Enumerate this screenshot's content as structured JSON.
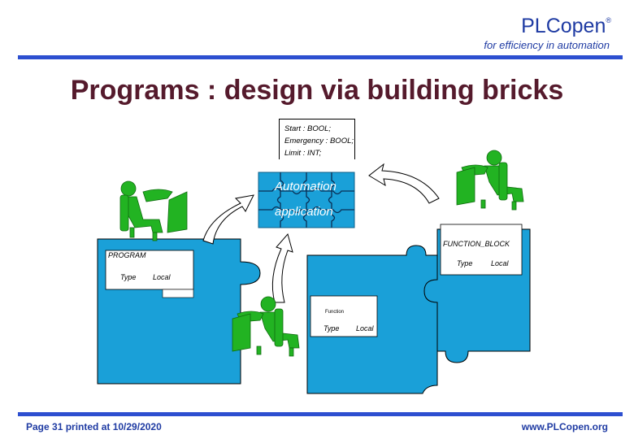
{
  "header": {
    "brand": "PLCopen",
    "brand_mark": "®",
    "tagline": "for efficiency in automation"
  },
  "title": "Programs : design via building bricks",
  "declarations": [
    "Start : BOOL;",
    "Emergency : BOOL;",
    "Limit : INT;"
  ],
  "center_piece": {
    "line1": "Automation",
    "line2": "application"
  },
  "function_block": {
    "label": "FUNCTION_BLOCK",
    "type_label": "Type",
    "local_label": "Local"
  },
  "program": {
    "label": "PROGRAM",
    "type_label": "Type",
    "local_label": "Local"
  },
  "function": {
    "label": "Function",
    "type_label": "Type",
    "local_label": "Local"
  },
  "footer": {
    "page_info": "Page  31  printed at 10/29/2020",
    "url": "www.PLCopen.org"
  },
  "colors": {
    "brand": "#1f3ba3",
    "rule": "#2d4fd0",
    "title": "#551a2c",
    "puzzle_blue": "#1aa0d8",
    "person_green": "#22b322"
  }
}
